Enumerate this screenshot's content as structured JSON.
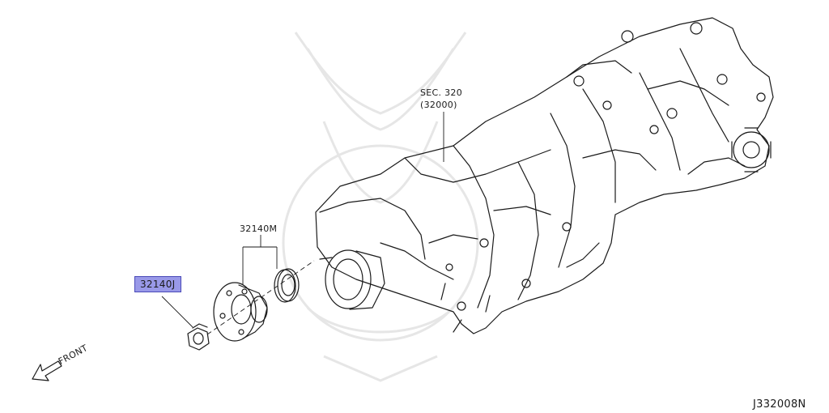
{
  "diagram": {
    "labels": {
      "section_ref": "SEC. 320",
      "section_sub": "(32000)",
      "assembly_part": "32140M",
      "highlighted_part": "32140J",
      "direction": "FRONT",
      "drawing_code": "J332008N"
    },
    "colors": {
      "highlight_fill": "#9999e8",
      "highlight_border": "#4a4ab8",
      "line_ink": "#1a1a1a",
      "watermark": "#e6e6e6"
    },
    "icons": [
      "front-arrow-icon",
      "watermark-emblem"
    ]
  }
}
